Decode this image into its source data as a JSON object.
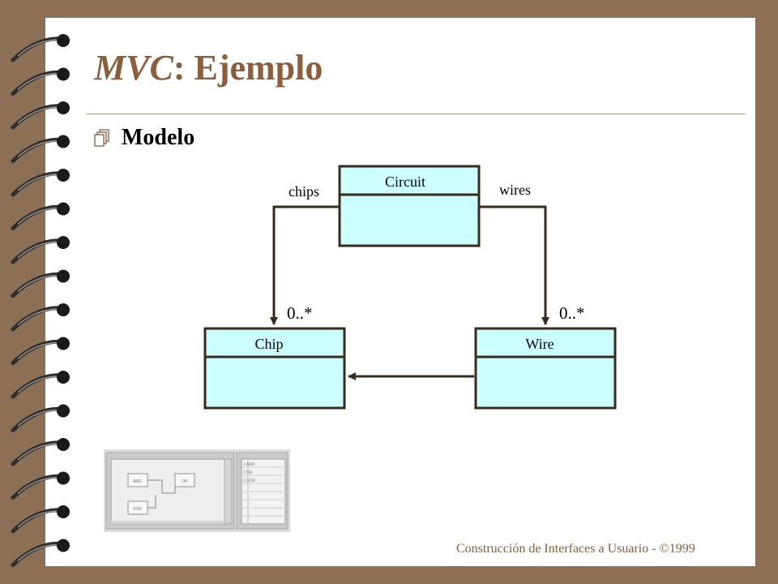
{
  "slide": {
    "title_em": "MVC",
    "title_rest": ": Ejemplo",
    "bullet": "Modelo",
    "footer": "Construcción de Interfaces a Usuario - ©1999"
  },
  "diagram": {
    "classes": {
      "circuit": "Circuit",
      "chip": "Chip",
      "wire": "Wire"
    },
    "roles": {
      "chips": "chips",
      "wires": "wires",
      "chips_multiplicity": "0..*",
      "wires_multiplicity": "0..*"
    }
  },
  "thumbnail": {
    "gates": [
      "AND",
      "OR",
      "XOR"
    ],
    "list": [
      "1 AND",
      "2 OR",
      "3 XOR"
    ]
  },
  "colors": {
    "background": "#8b7055",
    "title": "#8b5e3c",
    "class_fill": "#ccffff",
    "class_stroke": "#3a2a1a"
  }
}
